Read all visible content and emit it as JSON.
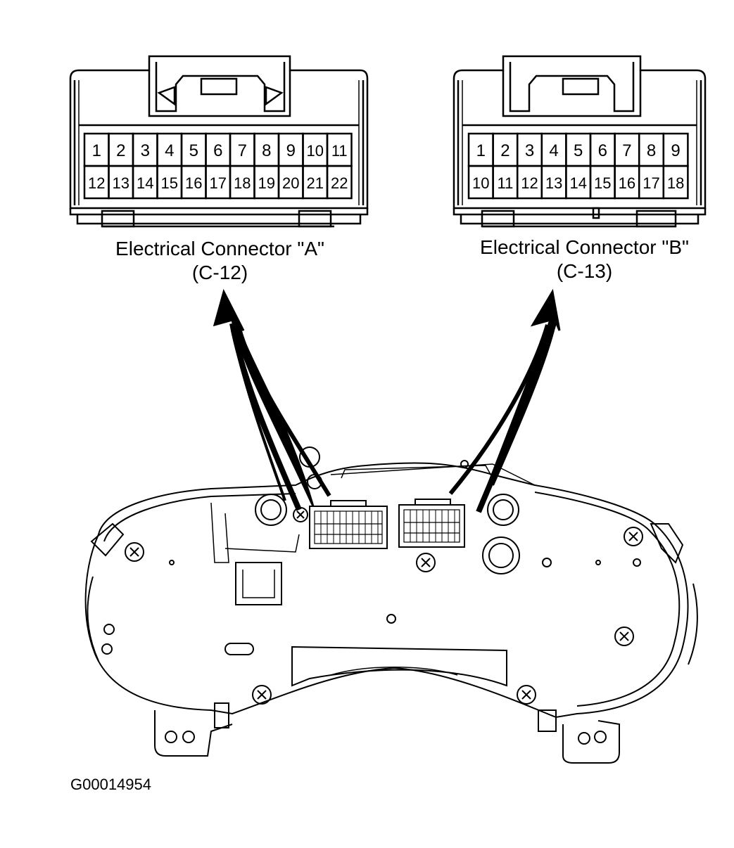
{
  "connectors": [
    {
      "id": "A",
      "name": "Electrical Connector \"A\"",
      "code": "(C-12)",
      "top_row": [
        "1",
        "2",
        "3",
        "4",
        "5",
        "6",
        "7",
        "8",
        "9",
        "10",
        "11"
      ],
      "bottom_row": [
        "12",
        "13",
        "14",
        "15",
        "16",
        "17",
        "18",
        "19",
        "20",
        "21",
        "22"
      ]
    },
    {
      "id": "B",
      "name": "Electrical Connector \"B\"",
      "code": "(C-13)",
      "top_row": [
        "1",
        "2",
        "3",
        "4",
        "5",
        "6",
        "7",
        "8",
        "9"
      ],
      "bottom_row": [
        "10",
        "11",
        "12",
        "13",
        "14",
        "15",
        "16",
        "17",
        "18"
      ]
    }
  ],
  "figure_id": "G00014954",
  "colors": {
    "line": "#000000",
    "background": "#ffffff"
  }
}
